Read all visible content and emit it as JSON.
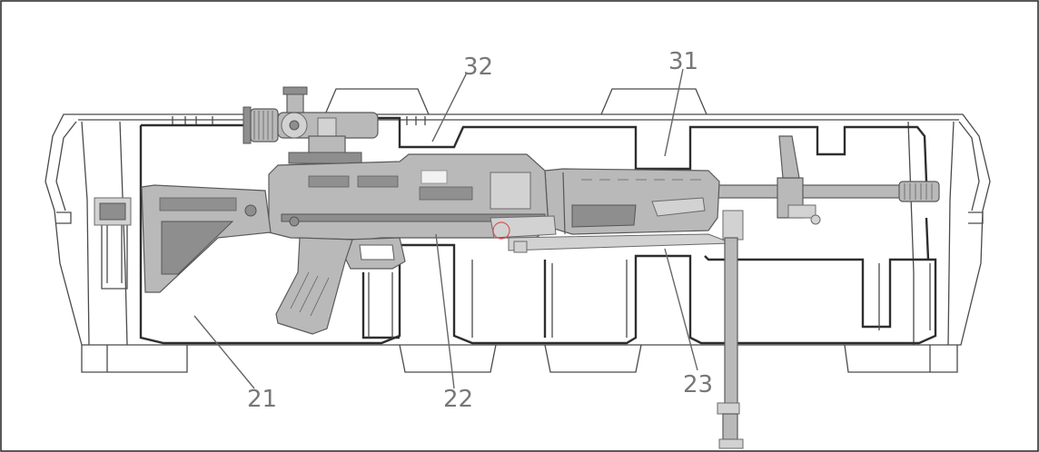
{
  "figure": {
    "reference_labels": [
      {
        "id": "21",
        "text": "21"
      },
      {
        "id": "22",
        "text": "22"
      },
      {
        "id": "23",
        "text": "23"
      },
      {
        "id": "31",
        "text": "31"
      },
      {
        "id": "32",
        "text": "32"
      }
    ]
  },
  "colors": {
    "background": "#ffffff",
    "line_art": "#4a4a4a",
    "rifle_fill": "#b9b9b9",
    "label_text": "#777777"
  }
}
